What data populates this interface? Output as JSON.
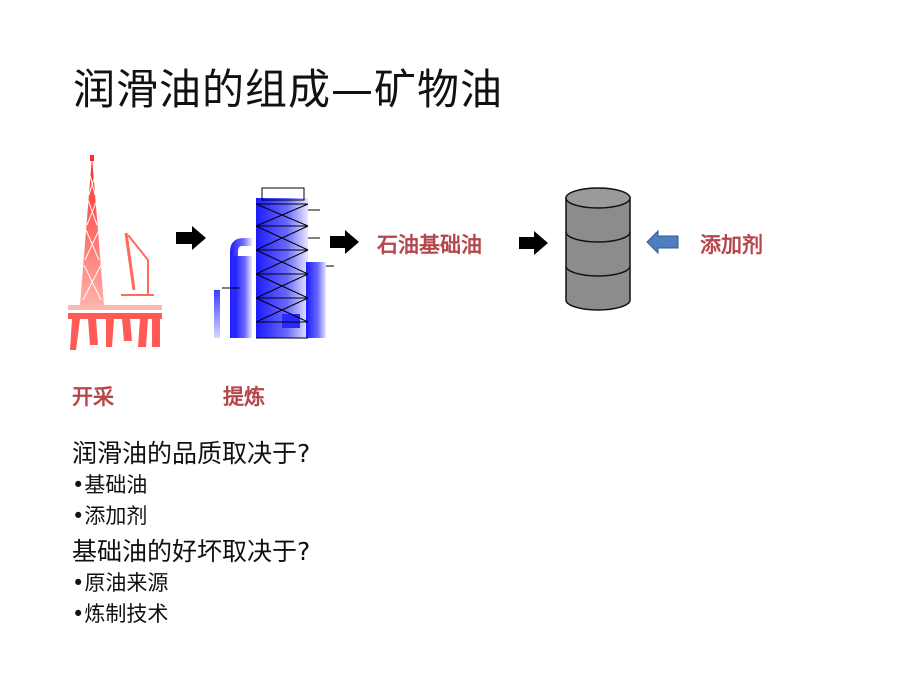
{
  "slide": {
    "title": "润滑油的组成—矿物油"
  },
  "diagram": {
    "base_oil_label": "石油基础油",
    "additive_label": "添加剂",
    "extract_label": "开采",
    "refine_label": "提炼",
    "colors": {
      "label": "#b5474c",
      "rig": "#e8322e",
      "refinery": "#2d2df0",
      "barrel": "#8c8c8c",
      "additive_arrow": "#4f7fc0"
    }
  },
  "text": {
    "q1": "润滑油的品质取决于?",
    "q1_items": [
      "•基础油",
      "•添加剂"
    ],
    "q2": "基础油的好坏取决于?",
    "q2_items": [
      "•原油来源",
      "•炼制技术"
    ]
  }
}
